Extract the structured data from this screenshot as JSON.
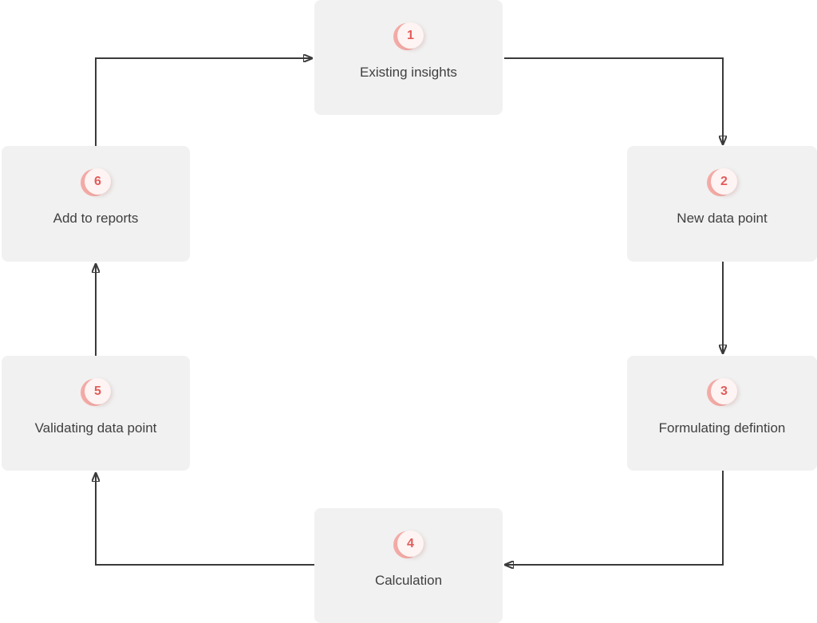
{
  "diagram": {
    "type": "cycle",
    "steps": [
      {
        "number": "1",
        "label": "Existing insights"
      },
      {
        "number": "2",
        "label": "New data point"
      },
      {
        "number": "3",
        "label": "Formulating defintion"
      },
      {
        "number": "4",
        "label": "Calculation"
      },
      {
        "number": "5",
        "label": "Validating data point"
      },
      {
        "number": "6",
        "label": "Add to reports"
      }
    ],
    "connections": [
      {
        "from": "1",
        "to": "2"
      },
      {
        "from": "2",
        "to": "3"
      },
      {
        "from": "3",
        "to": "4"
      },
      {
        "from": "4",
        "to": "5"
      },
      {
        "from": "5",
        "to": "6"
      },
      {
        "from": "6",
        "to": "1"
      }
    ],
    "colors": {
      "background": "#ffffff",
      "card_bg": "#f1f1f1",
      "label_text": "#3f3f3f",
      "badge_number": "#e25c5a",
      "badge_ring": "#f4aba6",
      "badge_face": "#fdf4f3",
      "arrow": "#3a3a3a"
    }
  }
}
